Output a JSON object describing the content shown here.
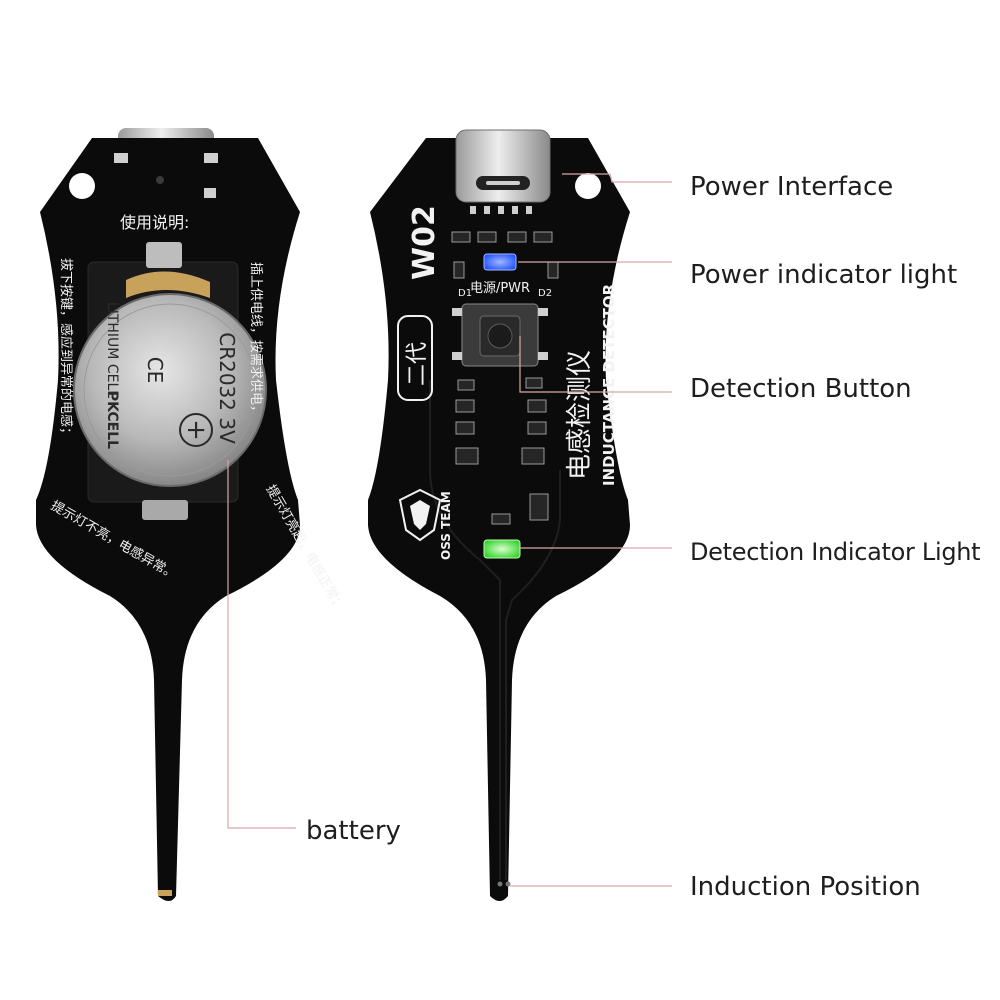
{
  "left_board": {
    "instructions_title": "使用说明:",
    "instructions_left": "拔下按键，感应到异常的电感；",
    "instructions_right": "插上供电线，按需求供电，",
    "instructions_bottom_right": "提示灯亮起，电感正常；",
    "instructions_bottom": "提示灯不亮，电感异常。",
    "battery_text_model": "CR2032 3V",
    "battery_text_type": "LITHIUM CELL",
    "battery_brand": "PKCELL",
    "battery_plus": "+",
    "battery_ce": "CE"
  },
  "right_board": {
    "model": "W02",
    "generation": "二代",
    "pwr_label": "电源/PWR",
    "d1": "D1",
    "d2": "D2",
    "title_cn": "电感检测仪",
    "title_en": "INDUCTANCE DETECTOR",
    "team": "OSS TEAM"
  },
  "callouts": {
    "power_interface": "Power Interface",
    "power_indicator": "Power indicator light",
    "detection_button": "Detection Button",
    "detection_indicator": "Detection Indicator Light",
    "battery": "battery",
    "induction_position": "Induction Position"
  },
  "colors": {
    "board": "#0b0b0b",
    "silkscreen": "#f2f2f2",
    "callout_line": "#d9a7a7",
    "blue_led": "#1f4fff",
    "green_led": "#39ff2e",
    "gold": "#c8a25a"
  }
}
